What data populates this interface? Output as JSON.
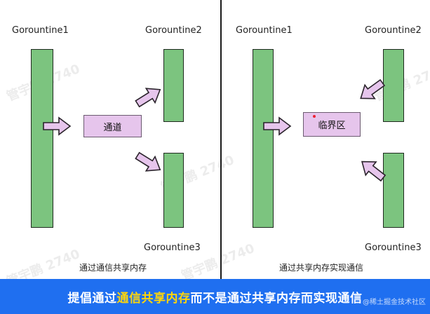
{
  "left": {
    "g1": "Gorountine1",
    "g2": "Gorountine2",
    "g3": "Gorountine3",
    "channel": "通道",
    "caption": "通过通信共享内存"
  },
  "right": {
    "g1": "Gorountine1",
    "g2": "Gorountine2",
    "g3": "Gorountine3",
    "critical": "临界区",
    "caption": "通过共享内存实现通信"
  },
  "footer": {
    "pre": "提倡通过",
    "highlight": "通信共享内存",
    "post": "而不是通过共享内存而实现通信"
  },
  "watermark": "管宇鹏 2740",
  "badge": "@稀土掘金技术社区",
  "colors": {
    "bar_fill": "#7cc47f",
    "box_fill": "#e6c5ec",
    "footer_bg": "#1f6ff0",
    "highlight": "#ffd60a"
  }
}
